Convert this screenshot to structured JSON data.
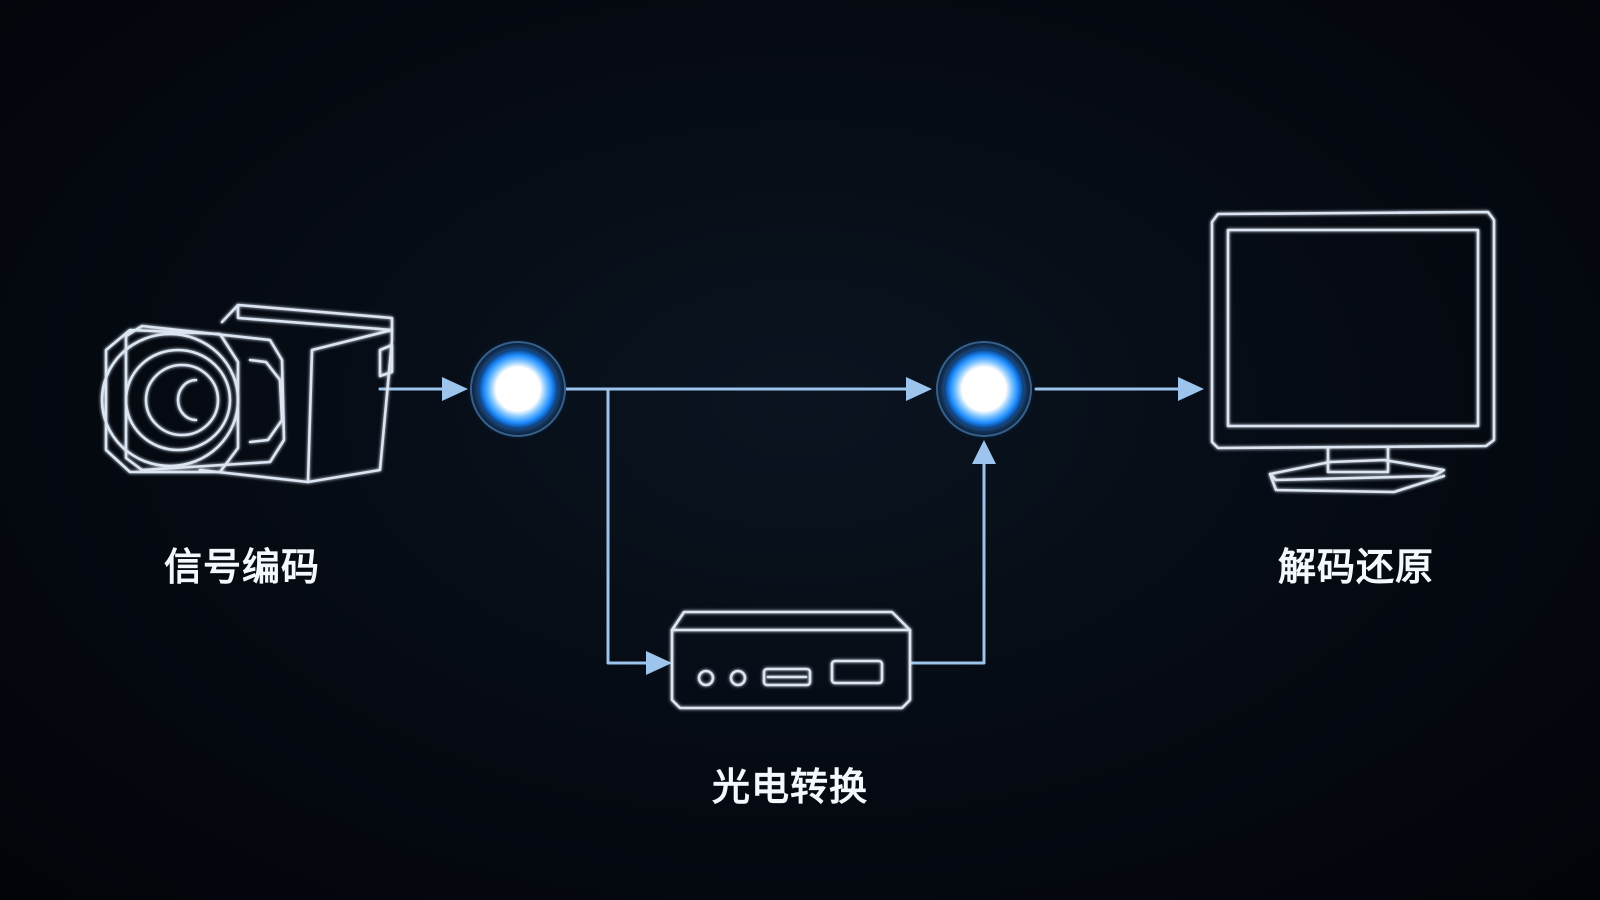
{
  "nodes": {
    "camera": {
      "label": "信号编码",
      "icon": "video-camera-icon"
    },
    "converter": {
      "label": "光电转换",
      "icon": "converter-box-icon"
    },
    "monitor": {
      "label": "解码还原",
      "icon": "monitor-icon"
    }
  },
  "colors": {
    "background": "#03070d",
    "connector": "#9cc4ec",
    "device_outline": "#dbe6f2",
    "node_glow": "#1e90ff",
    "node_core": "#ffffff",
    "label_text": "#f4f7fb"
  }
}
